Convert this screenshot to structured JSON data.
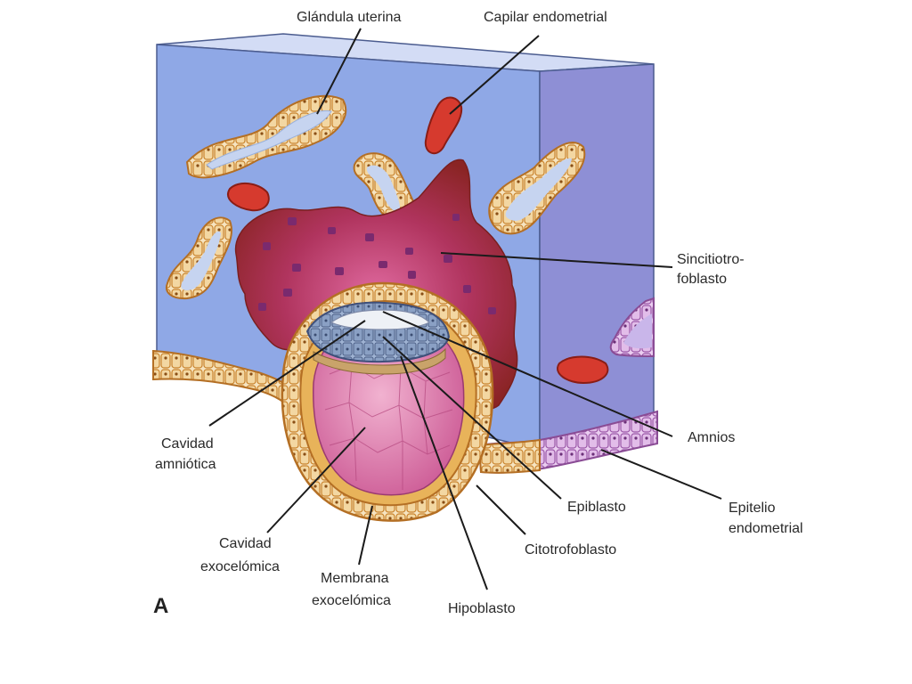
{
  "figure_letter": "A",
  "labels": {
    "glandula_uterina": "Glándula uterina",
    "capilar_endometrial": "Capilar endometrial",
    "sincitiotrofoblasto_1": "Sincitiotro-",
    "sincitiotrofoblasto_2": "foblasto",
    "amnios": "Amnios",
    "cavidad_amniotica_1": "Cavidad",
    "cavidad_amniotica_2": "amniótica",
    "epiblasto": "Epiblasto",
    "epitelio_endometrial_1": "Epitelio",
    "epitelio_endometrial_2": "endometrial",
    "citotrofoblasto": "Citotrofoblasto",
    "cavidad_exocelomica_1": "Cavidad",
    "cavidad_exocelomica_2": "exocelómica",
    "membrana_exocelomica_1": "Membrana",
    "membrana_exocelomica_2": "exocelómica",
    "hipoblasto": "Hipoblasto"
  },
  "colors": {
    "endometrium_front": "#8fa7e6",
    "endometrium_side": "#8f8fd6",
    "endometrium_top": "#c7d2f4",
    "syncytio": "#8a2b2b",
    "capillary": "#d63a2e",
    "cell_orange": "#e7a64a",
    "cell_cream": "#f6e9c9",
    "epiblast_blue": "#7c92b6",
    "cavity_pink": "#d66fa6"
  }
}
